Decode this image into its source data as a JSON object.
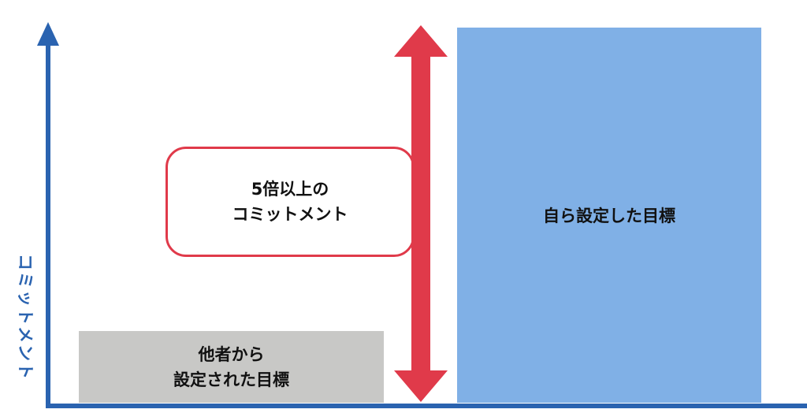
{
  "axis": {
    "y_label": "コミットメント",
    "color": "#2a63b0"
  },
  "boxes": {
    "other_set": {
      "line1": "他者から",
      "line2": "設定された目標",
      "color": "#c8c8c6"
    },
    "self_set": {
      "label": "自ら設定した目標",
      "color": "#80b0e6"
    }
  },
  "callout": {
    "line1": "5倍以上の",
    "line2": "コミットメント",
    "color": "#e03a4a"
  }
}
